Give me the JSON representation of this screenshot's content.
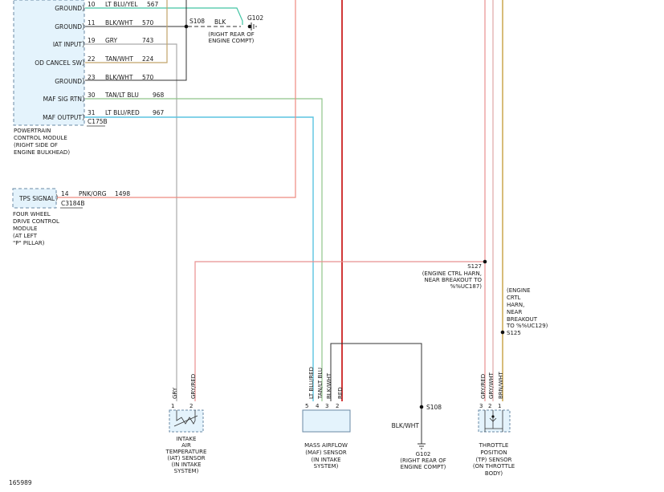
{
  "pcm": {
    "pins": [
      {
        "label": "GROUND",
        "pin": "10",
        "color": "LT BLU/YEL",
        "circuit": "567"
      },
      {
        "label": "GROUND",
        "pin": "11",
        "color": "BLK/WHT",
        "circuit": "570"
      },
      {
        "label": "IAT INPUT",
        "pin": "19",
        "color": "GRY",
        "circuit": "743"
      },
      {
        "label": "OD CANCEL SW",
        "pin": "22",
        "color": "TAN/WHT",
        "circuit": "224"
      },
      {
        "label": "GROUND",
        "pin": "23",
        "color": "BLK/WHT",
        "circuit": "570"
      },
      {
        "label": "MAF SIG RTN",
        "pin": "30",
        "color": "TAN/LT BLU",
        "circuit": "968"
      },
      {
        "label": "MAF OUTPUT",
        "pin": "31",
        "color": "LT BLU/RED",
        "circuit": "967"
      }
    ],
    "connector": "C175B",
    "caption": [
      "POWERTRAIN",
      "CONTROL MODULE",
      "(RIGHT SIDE OF",
      "ENGINE BULKHEAD)"
    ]
  },
  "splice_s108_top": "S108",
  "blk_label": "BLK",
  "g102_top": {
    "name": "G102",
    "caption": [
      "(RIGHT REAR OF",
      "ENGINE COMPT)"
    ]
  },
  "fwd": {
    "box_label": "TPS SIGNAL",
    "pin": "14",
    "color": "PNK/ORG",
    "circuit": "1498",
    "connector": "C3184B",
    "caption": [
      "FOUR WHEEL",
      "DRIVE CONTROL",
      "MODULE",
      "(AT LEFT",
      "\"P\" PILLAR)"
    ]
  },
  "s127": {
    "name": "S127",
    "caption": [
      "(ENGINE CTRL HARN,",
      "NEAR BREAKOUT TO",
      "%%UC187)"
    ]
  },
  "s125": {
    "name": "S125",
    "caption": [
      "(ENGINE",
      "CRTL",
      "HARN,",
      "NEAR",
      "BREAKOUT",
      "TO %%UC129)"
    ]
  },
  "iat": {
    "wires": [
      {
        "pin": "1",
        "color": "GRY"
      },
      {
        "pin": "2",
        "color": "GRY/RED"
      }
    ],
    "caption": [
      "INTAKE",
      "AIR",
      "TEMPERATURE",
      "(IAT) SENSOR",
      "(IN INTAKE",
      "SYSTEM)"
    ]
  },
  "maf": {
    "wires": [
      {
        "pin": "5",
        "color": "LT BLU/RED"
      },
      {
        "pin": "4",
        "color": "TAN/LT BLU"
      },
      {
        "pin": "3",
        "color": "BLK/WHT"
      },
      {
        "pin": "2",
        "color": "RED"
      }
    ],
    "caption": [
      "MASS AIRFLOW",
      "(MAF) SENSOR",
      "(IN INTAKE",
      "SYSTEM)"
    ]
  },
  "s108_bottom": "S108",
  "blk_wht_label": "BLK/WHT",
  "g102_bottom": {
    "name": "G102",
    "caption": [
      "(RIGHT REAR OF",
      "ENGINE COMPT)"
    ]
  },
  "tps": {
    "wires": [
      {
        "pin": "3",
        "color": "GRY/RED"
      },
      {
        "pin": "2",
        "color": "GRY/WHT"
      },
      {
        "pin": "1",
        "color": "BRN/WHT"
      }
    ],
    "caption": [
      "THROTTLE",
      "POSITION",
      "(TP) SENSOR",
      "(ON THROTTLE",
      "BODY)"
    ]
  },
  "figure_id": "165989",
  "colors": {
    "lt_blu_yel": "#44c4a4",
    "blk": "#333333",
    "gry": "#aaaaaa",
    "tan_wht": "#c2a46a",
    "tan_lt_blu": "#8fc48a",
    "lt_blu_red": "#5bc4e0",
    "pnk_org": "#ee8a80",
    "gry_red": "#e89090",
    "red": "#cc2222",
    "gry_wht": "#e0a6a6",
    "brn_wht": "#c8a040",
    "module_fill": "#e4f3fc",
    "module_stroke": "#6a8aa4"
  }
}
